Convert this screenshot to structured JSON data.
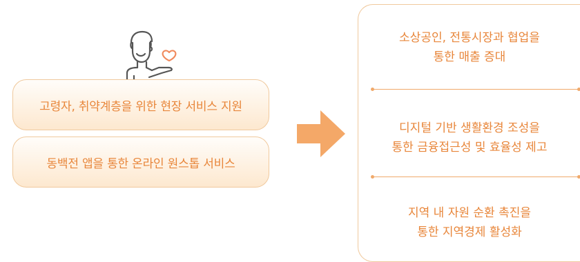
{
  "colors": {
    "accent": "#e8863a",
    "pill_border": "#f0c99d",
    "pill_fill_top": "#fffdfa",
    "pill_fill_bottom": "#fde8cf",
    "arrow": "#f4a868",
    "line_art": "#555555",
    "heart": "#f08a5d"
  },
  "icons": {
    "person": "person-offering-heart-icon",
    "arrow": "arrow-right-icon"
  },
  "services": [
    {
      "label": "고령자, 취약계층을 위한 현장 서비스 지원"
    },
    {
      "label": "동백전 앱을 통한 온라인 원스톱 서비스"
    }
  ],
  "outcomes": [
    {
      "line1": "소상공인, 전통시장과 협업을",
      "line2": "통한 매출 증대"
    },
    {
      "line1": "디지털 기반 생활환경 조성을",
      "line2": "통한 금융접근성 및 효율성 제고"
    },
    {
      "line1": "지역 내 자원 순환 촉진을",
      "line2": "통한 지역경제 활성화"
    }
  ]
}
